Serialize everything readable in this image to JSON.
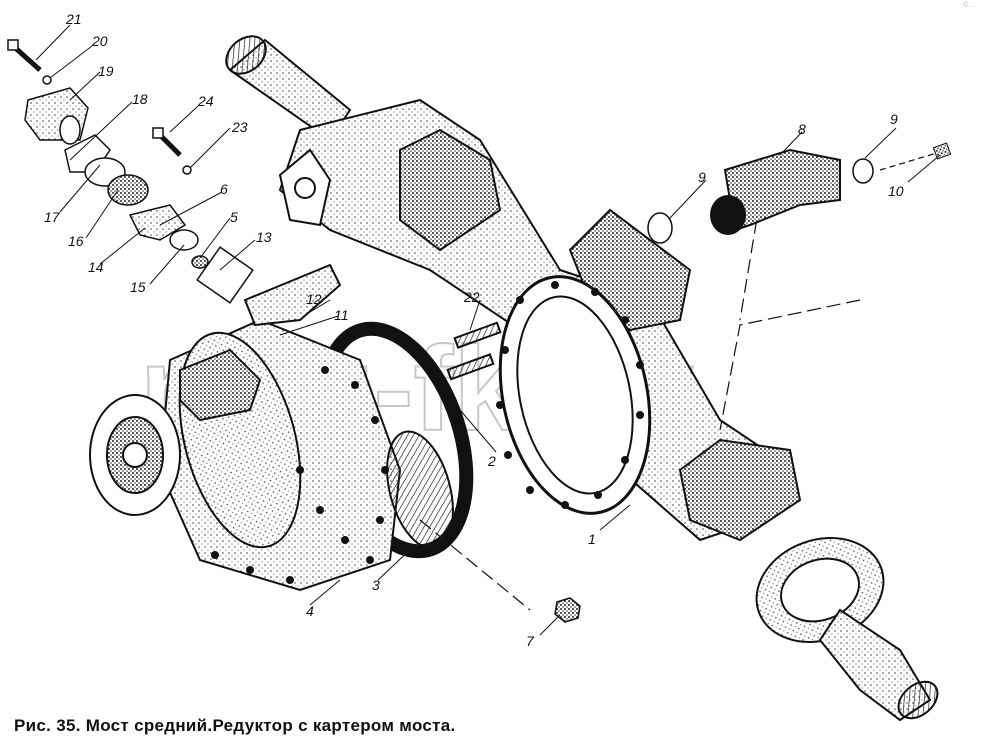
{
  "caption": "Рис. 35. Мост средний.Редуктор с картером моста.",
  "watermark": "maz-fk.by",
  "corner_mark": "© ...",
  "callouts": [
    "21",
    "20",
    "19",
    "18",
    "17",
    "16",
    "14",
    "15",
    "24",
    "23",
    "6",
    "5",
    "13",
    "12",
    "11",
    "22",
    "8",
    "9",
    "9",
    "10",
    "1",
    "2",
    "3",
    "4",
    "7"
  ]
}
